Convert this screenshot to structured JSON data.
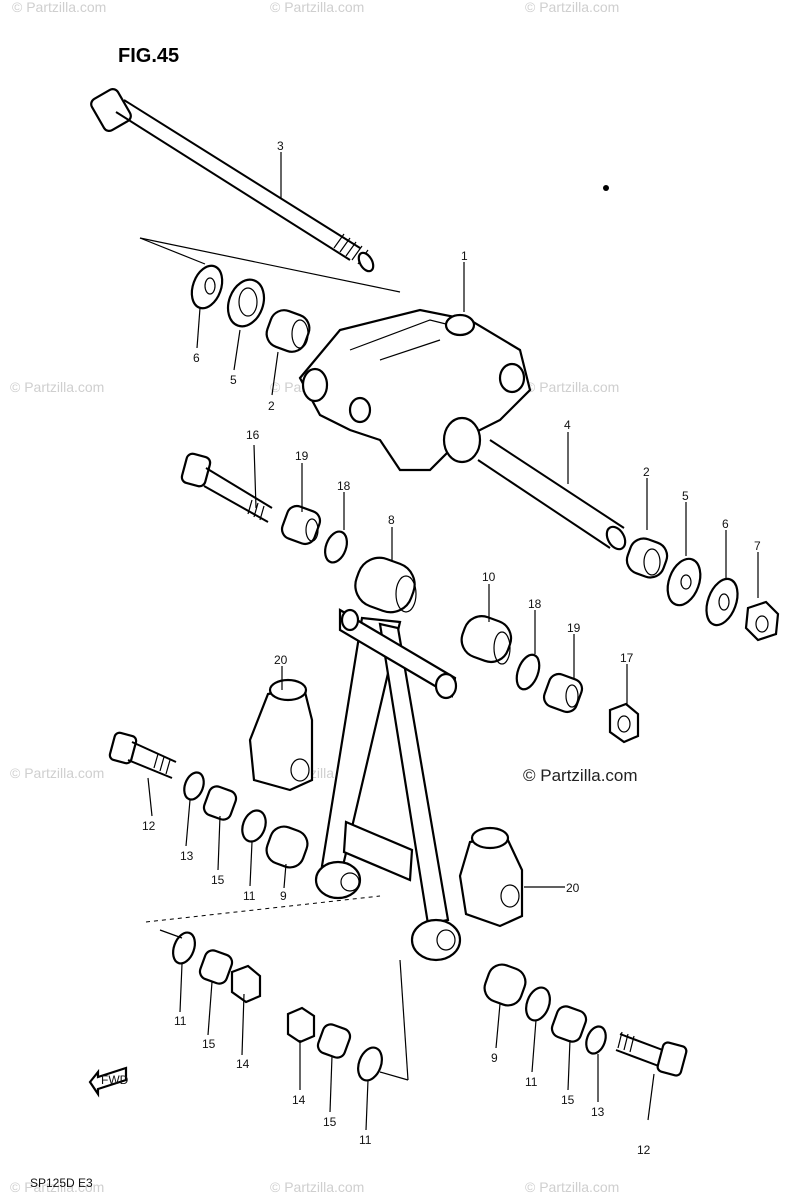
{
  "figure": {
    "title": "FIG.45",
    "model_code": "SP125D E3",
    "front_label": "FWD"
  },
  "watermark": {
    "small_text": "© Partzilla.com",
    "main_text": "© Partzilla.com"
  },
  "callouts": {
    "c1": "1",
    "c2a": "2",
    "c2b": "2",
    "c3": "3",
    "c4": "4",
    "c5a": "5",
    "c5b": "5",
    "c6a": "6",
    "c6b": "6",
    "c7": "7",
    "c8": "8",
    "c9a": "9",
    "c9b": "9",
    "c10": "10",
    "c11a": "11",
    "c11b": "11",
    "c11c": "11",
    "c11d": "11",
    "c12a": "12",
    "c12b": "12",
    "c13a": "13",
    "c13b": "13",
    "c14a": "14",
    "c14b": "14",
    "c15a": "15",
    "c15b": "15",
    "c15c": "15",
    "c15d": "15",
    "c16": "16",
    "c17": "17",
    "c18a": "18",
    "c18b": "18",
    "c19a": "19",
    "c19b": "19",
    "c20a": "20",
    "c20b": "20"
  }
}
